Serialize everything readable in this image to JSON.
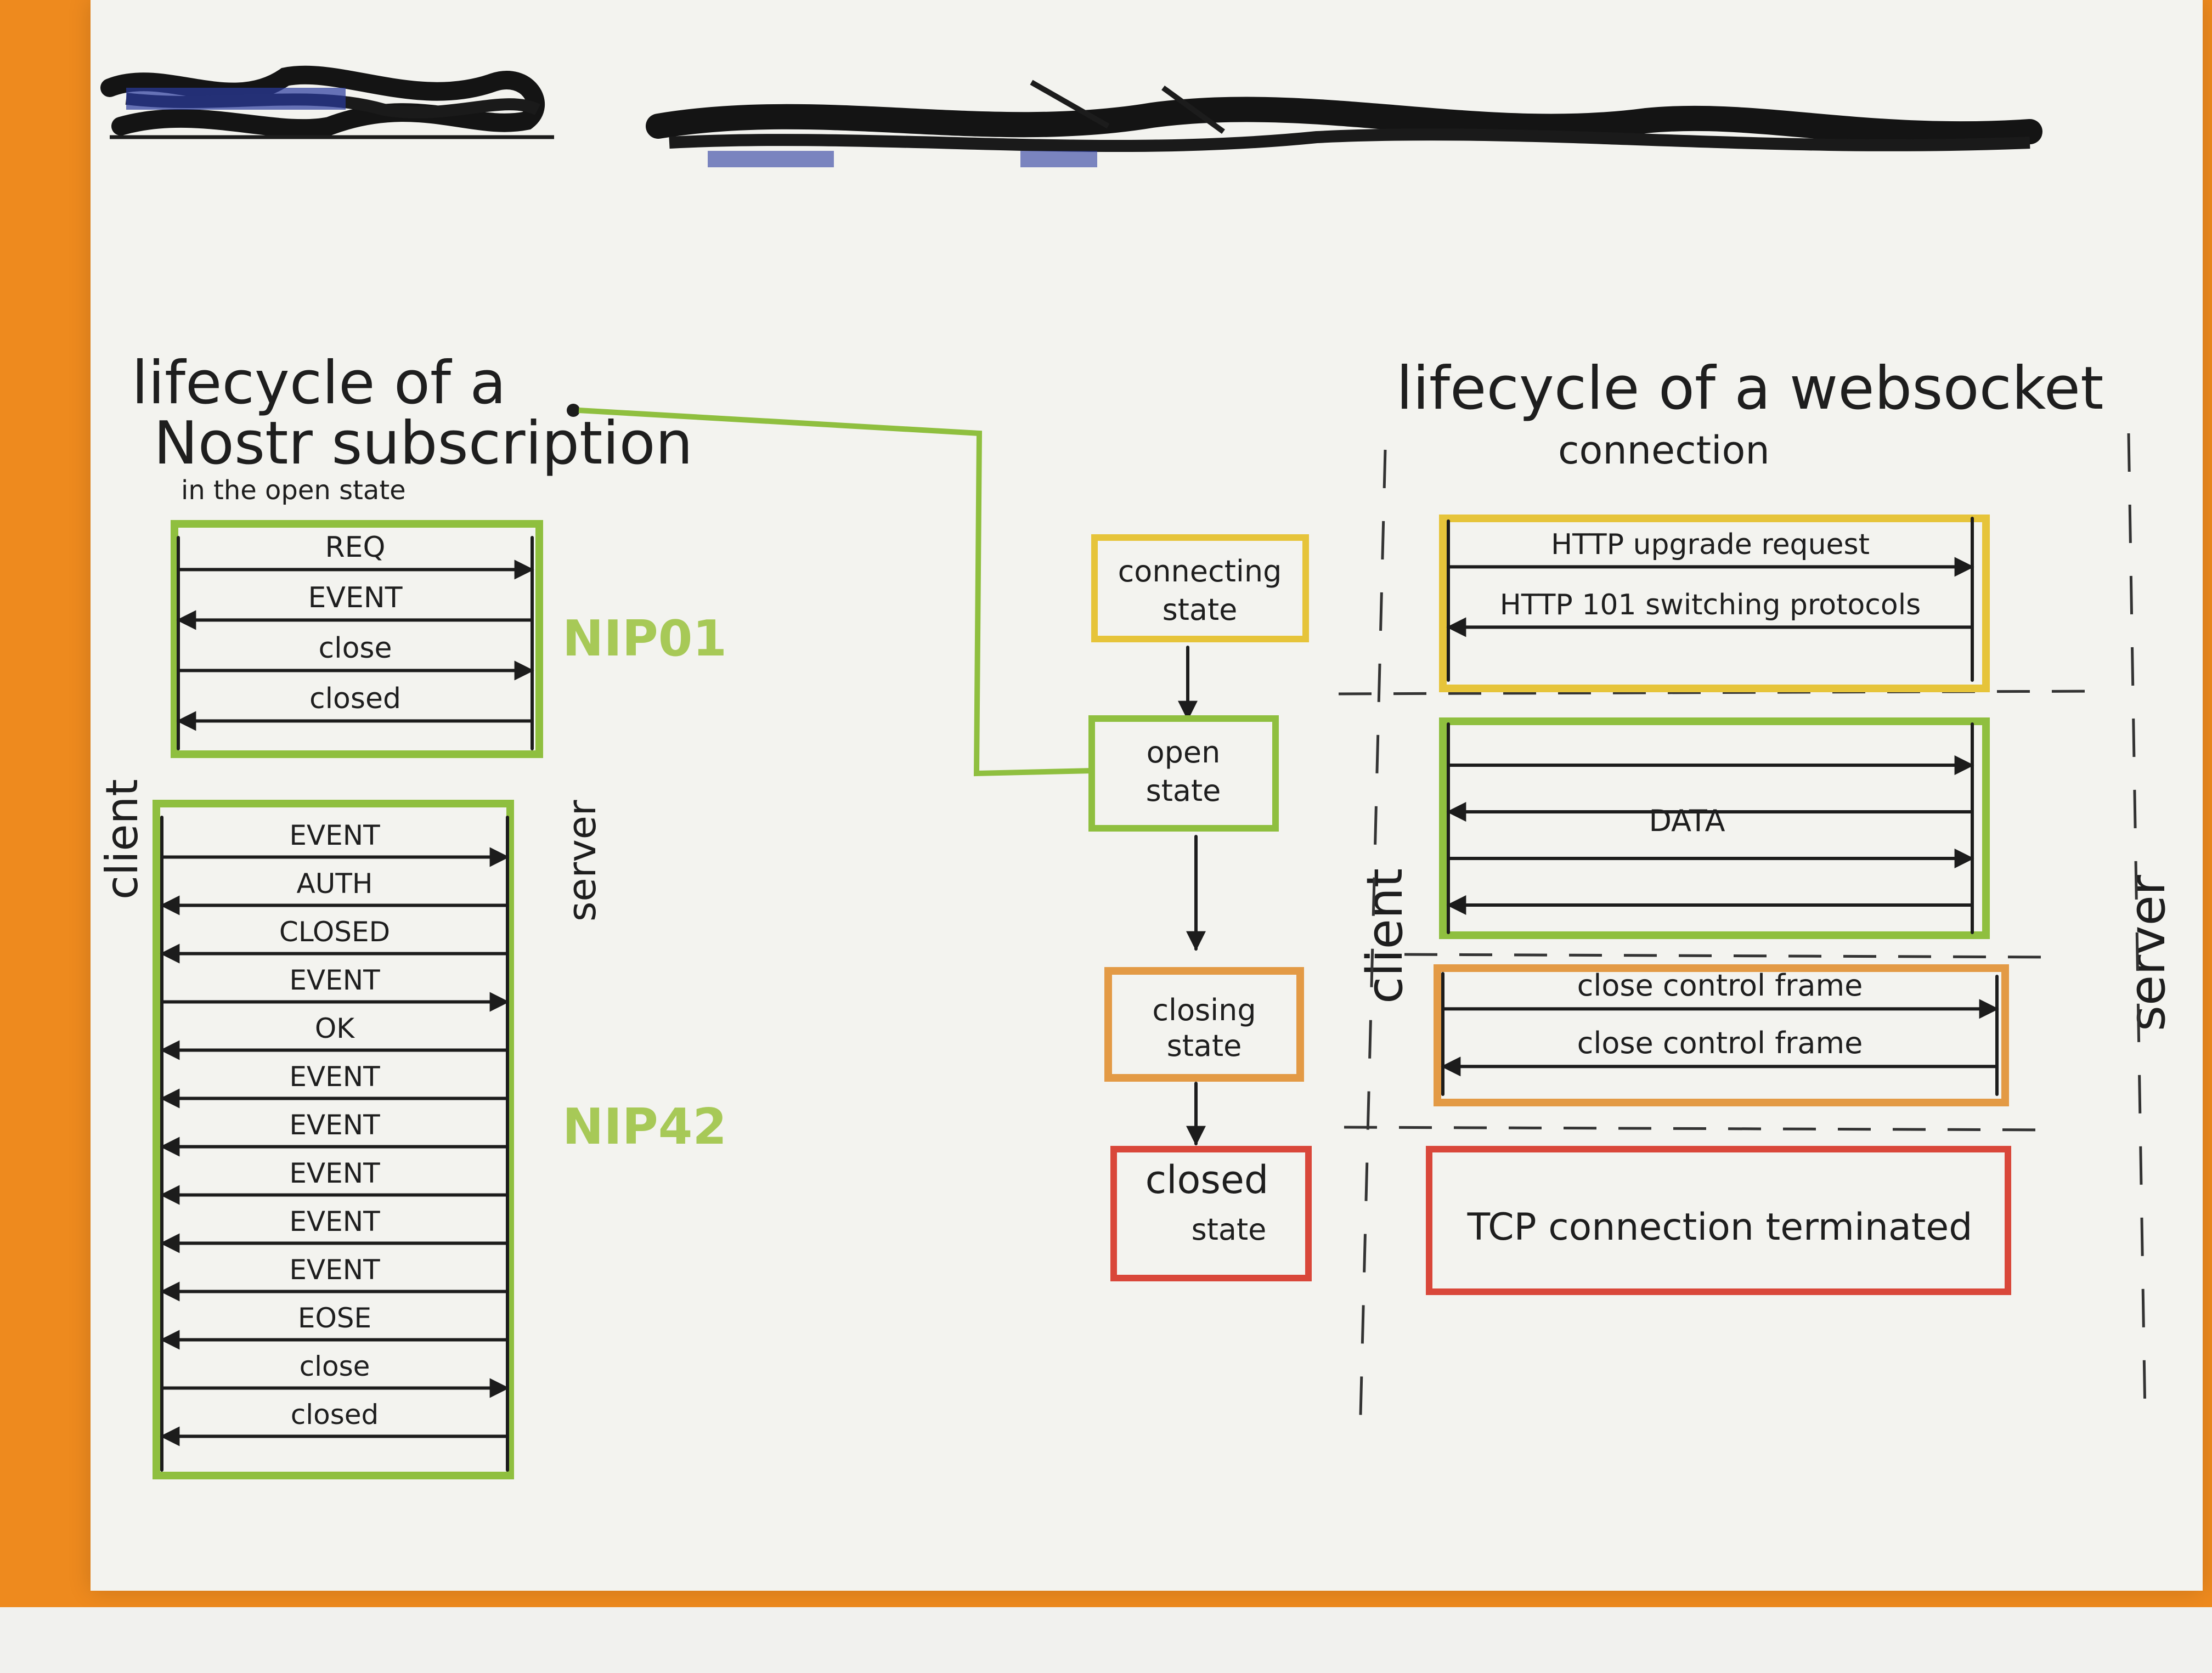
{
  "colors": {
    "background": "#ee8a1e",
    "paper": "#f3f3ef",
    "green": "#8fbf3f",
    "yellow": "#e6c43a",
    "orange": "#e39a45",
    "red": "#d9473a",
    "ink": "#1c1c1c"
  },
  "left": {
    "title_line1": "lifecycle of a",
    "title_line2": "Nostr subscription",
    "title_line3": "in the open state",
    "client_label": "client",
    "server_label": "server",
    "nip01": {
      "label": "NIP01",
      "messages": [
        {
          "text": "REQ",
          "dir": "right"
        },
        {
          "text": "EVENT",
          "dir": "left"
        },
        {
          "text": "close",
          "dir": "right"
        },
        {
          "text": "closed",
          "dir": "left"
        }
      ]
    },
    "nip42": {
      "label": "NIP42",
      "messages": [
        {
          "text": "EVENT",
          "dir": "right"
        },
        {
          "text": "AUTH",
          "dir": "left"
        },
        {
          "text": "CLOSED",
          "dir": "left"
        },
        {
          "text": "EVENT",
          "dir": "right"
        },
        {
          "text": "OK",
          "dir": "left"
        },
        {
          "text": "EVENT",
          "dir": "left"
        },
        {
          "text": "EVENT",
          "dir": "left"
        },
        {
          "text": "EVENT",
          "dir": "left"
        },
        {
          "text": "EVENT",
          "dir": "left"
        },
        {
          "text": "EVENT",
          "dir": "left"
        },
        {
          "text": "EOSE",
          "dir": "left"
        },
        {
          "text": "close",
          "dir": "right"
        },
        {
          "text": "closed",
          "dir": "left"
        }
      ]
    }
  },
  "states": [
    {
      "line1": "connecting",
      "line2": "state",
      "color": "#e6c43a"
    },
    {
      "line1": "open",
      "line2": "state",
      "color": "#8fbf3f"
    },
    {
      "line1": "closing",
      "line2": "state",
      "color": "#e39a45"
    },
    {
      "line1": "closed",
      "line2": "state",
      "color": "#d9473a"
    }
  ],
  "right": {
    "title_line1": "lifecycle of a websocket",
    "title_line2": "connection",
    "client_label": "client",
    "server_label": "server",
    "handshake": {
      "messages": [
        {
          "text": "HTTP upgrade request",
          "dir": "right"
        },
        {
          "text": "HTTP 101 switching protocols",
          "dir": "left"
        }
      ]
    },
    "data": {
      "label": "DATA",
      "arrows": [
        "right",
        "left",
        "right",
        "left"
      ]
    },
    "closing": {
      "messages": [
        {
          "text": "close control frame",
          "dir": "right"
        },
        {
          "text": "close control frame",
          "dir": "left"
        }
      ]
    },
    "closed_text": "TCP connection terminated"
  }
}
